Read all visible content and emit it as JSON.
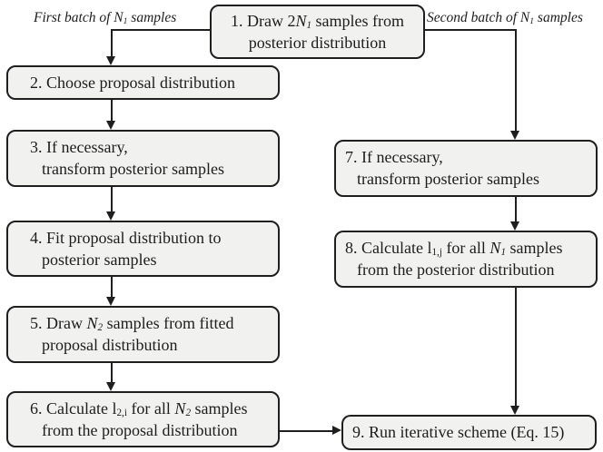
{
  "diagram": {
    "colors": {
      "box_fill": "#f1f1ef",
      "box_border": "#1f1f1f",
      "line": "#1f1f1f",
      "text": "#1d1d1d",
      "background": "#ffffff"
    },
    "edge_labels": {
      "first_batch": [
        {
          "t": "First batch of "
        },
        {
          "t": "N"
        },
        {
          "t": "1",
          "sub": true
        },
        {
          "t": " samples"
        }
      ],
      "second_batch": [
        {
          "t": "Second batch of "
        },
        {
          "t": "N"
        },
        {
          "t": "1",
          "sub": true
        },
        {
          "t": " samples"
        }
      ]
    },
    "boxes": [
      {
        "step": 1,
        "lines": [
          [
            {
              "t": "1. Draw 2"
            },
            {
              "t": "N",
              "i": true
            },
            {
              "t": "1",
              "sub": true,
              "i": true
            },
            {
              "t": " samples from"
            }
          ],
          [
            {
              "t": "posterior distribution"
            }
          ]
        ]
      },
      {
        "step": 2,
        "lines": [
          [
            {
              "t": "2. Choose proposal distribution"
            }
          ]
        ]
      },
      {
        "step": 3,
        "lines": [
          [
            {
              "t": "3. If necessary,"
            }
          ],
          [
            {
              "t": "transform posterior samples"
            }
          ]
        ]
      },
      {
        "step": 4,
        "lines": [
          [
            {
              "t": "4. Fit proposal distribution to"
            }
          ],
          [
            {
              "t": "posterior samples"
            }
          ]
        ]
      },
      {
        "step": 5,
        "lines": [
          [
            {
              "t": "5. Draw "
            },
            {
              "t": "N",
              "i": true
            },
            {
              "t": "2",
              "sub": true,
              "i": true
            },
            {
              "t": " samples from fitted"
            }
          ],
          [
            {
              "t": "proposal distribution"
            }
          ]
        ]
      },
      {
        "step": 6,
        "lines": [
          [
            {
              "t": "6. Calculate l"
            },
            {
              "t": "2,i",
              "sub": true
            },
            {
              "t": " for all "
            },
            {
              "t": "N",
              "i": true
            },
            {
              "t": "2",
              "sub": true,
              "i": true
            },
            {
              "t": " samples"
            }
          ],
          [
            {
              "t": "from the proposal distribution"
            }
          ]
        ]
      },
      {
        "step": 7,
        "lines": [
          [
            {
              "t": "7. If necessary,"
            }
          ],
          [
            {
              "t": "transform posterior samples"
            }
          ]
        ]
      },
      {
        "step": 8,
        "lines": [
          [
            {
              "t": "8. Calculate l"
            },
            {
              "t": "1,j",
              "sub": true
            },
            {
              "t": " for all "
            },
            {
              "t": "N",
              "i": true
            },
            {
              "t": "1",
              "sub": true,
              "i": true
            },
            {
              "t": " samples"
            }
          ],
          [
            {
              "t": "from the posterior distribution"
            }
          ]
        ]
      },
      {
        "step": 9,
        "lines": [
          [
            {
              "t": "9. Run iterative scheme (Eq. 15)"
            }
          ]
        ]
      }
    ]
  }
}
